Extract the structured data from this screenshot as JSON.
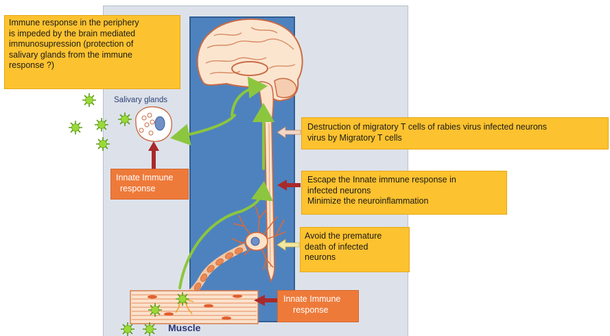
{
  "colors": {
    "background": "#ffffff",
    "panel": "#dde2ea",
    "cns_panel": "#4e82be",
    "yellow_box": "#fdc22f",
    "orange_box": "#ee7a3a",
    "green_arrow": "#8cc63f",
    "red_arrow": "#a82a2a",
    "virus": "#7dc424"
  },
  "icons": [
    "brain-icon",
    "neuron-icon",
    "muscle-icon",
    "salivary-gland-cell-icon",
    "virus-icon"
  ],
  "labels": {
    "salivary_glands": "Salivary glands",
    "muscle": "Muscle"
  },
  "boxes": {
    "periphery": {
      "lines": [
        "Immune response in the periphery",
        "is impeded by the brain mediated",
        "immunosupression (protection of",
        "salivary glands from the immune",
        "response ?)"
      ]
    },
    "destruction": {
      "lines": [
        "Destruction of  migratory T cells of rabies virus infected neurons",
        "virus by Migratory T cells"
      ]
    },
    "escape": {
      "lines": [
        "Escape the Innate immune response in",
        "infected neurons",
        "Minimize the neuroinflammation"
      ]
    },
    "avoid": {
      "lines": [
        "Avoid the premature",
        "death of infected",
        "neurons"
      ]
    },
    "innate_salivary": {
      "lines": [
        "Innate Immune",
        "response"
      ]
    },
    "innate_muscle": {
      "lines": [
        "Innate Immune",
        "response"
      ]
    }
  }
}
